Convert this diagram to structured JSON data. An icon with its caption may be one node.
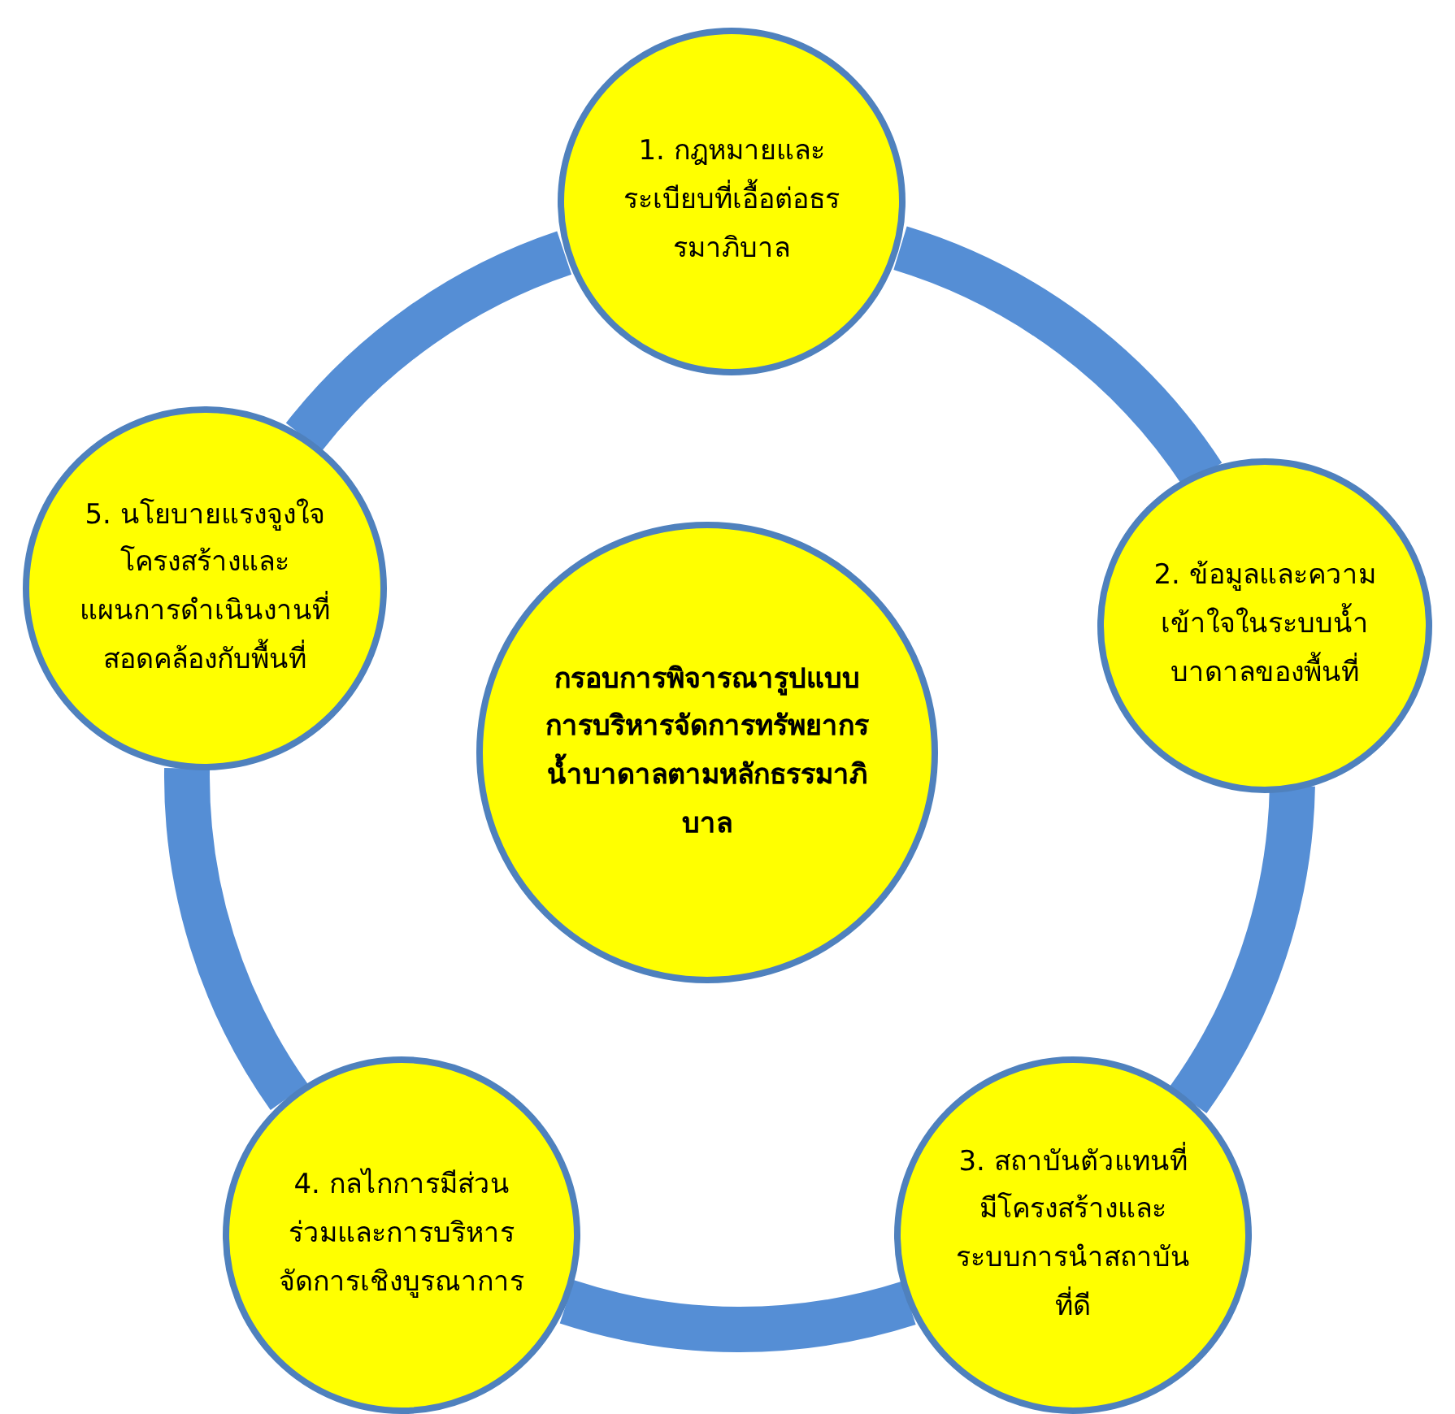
{
  "diagram": {
    "nodes": [
      {
        "text": [
          "กรอบการพิจารณารูปแบบการบริหารจัดการทรัพยากรน้ำบาดาลตามหลักธรรมาภิบาล"
        ]
      },
      {
        "text": [
          "1. กฎหมายและระเบียบที่เอื้อต่อธรรมาภิบาล"
        ]
      },
      {
        "text": [
          "2. ข้อมูลและความเข้าใจในระบบน้ำบาดาลของพื้นที่"
        ]
      },
      {
        "text": [
          "3. สถาบันตัวแทนที่มีโครงสร้างและระบบการนำสถาบันที่ดี"
        ]
      },
      {
        "text": [
          "4. กลไกการมีส่วนร่วมและการบริหารจัดการเชิงบูรณาการ"
        ]
      },
      {
        "text": [
          "5. นโยบายแรงจูงใจ โครงสร้างและแผนการดำเนินงานที่สอดคล้องกับพื้นที่"
        ]
      }
    ],
    "edges": [
      {
        "from": 1,
        "to": 2,
        "arrow": "none"
      },
      {
        "from": 2,
        "to": 3,
        "arrow": "none"
      },
      {
        "from": 3,
        "to": 4,
        "arrow": "none"
      },
      {
        "from": 4,
        "to": 5,
        "arrow": "none"
      },
      {
        "from": 5,
        "to": 1,
        "arrow": "none"
      }
    ]
  }
}
